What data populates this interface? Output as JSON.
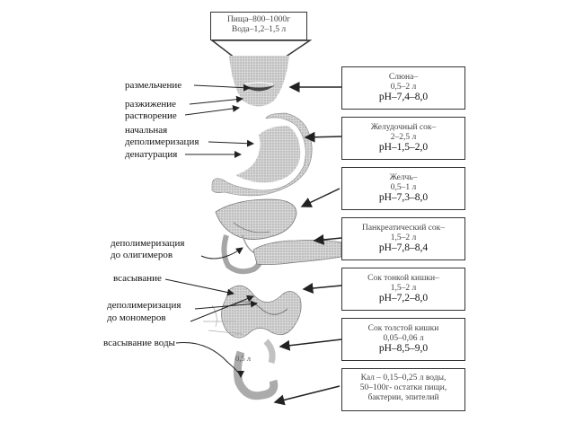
{
  "food_box": {
    "line1": "Пища–800–1000г",
    "line2": "Вода–1,2–1,5 л"
  },
  "left_labels": {
    "chewing": "размельчение",
    "liquefaction": "разжижение",
    "dissolving": "растворение",
    "initial": "начальная",
    "depolymerization1": "деполимеризация",
    "denaturation": "денатурация",
    "depoly_oligo_1": "деполимеризация",
    "depoly_oligo_2": "до олигимеров",
    "absorption": "всасывание",
    "depoly_mono_1": "деполимеризация",
    "depoly_mono_2": "до мономеров",
    "water_absorption": "всасывание воды"
  },
  "colon_volume": "0,5 л",
  "right_boxes": [
    {
      "title": "Слюна–",
      "amount": "0,5–2 л",
      "ph": "pH–7,4–8,0"
    },
    {
      "title": "Желудочный сок–",
      "amount": "2–2,5 л",
      "ph": "pH–1,5–2,0"
    },
    {
      "title": "Желчь–",
      "amount": "0,5–1 л",
      "ph": "pH–7,3–8,0"
    },
    {
      "title": "Панкреатический сок–",
      "amount": "1,5–2 л",
      "ph": "pH–7,8–8,4"
    },
    {
      "title": "Сок тонкой кишки–",
      "amount": "1,5–2 л",
      "ph": "pH–7,2–8,0"
    },
    {
      "title": "Сок толстой кишки",
      "amount": "0,05–0,06 л",
      "ph": "pH–8,5–9,0"
    }
  ],
  "feces_box": {
    "line1": "Кал – 0,15–0,25 л воды,",
    "line2": "50–100г- остатки пищи,",
    "line3": "бактерии, эпителий"
  }
}
